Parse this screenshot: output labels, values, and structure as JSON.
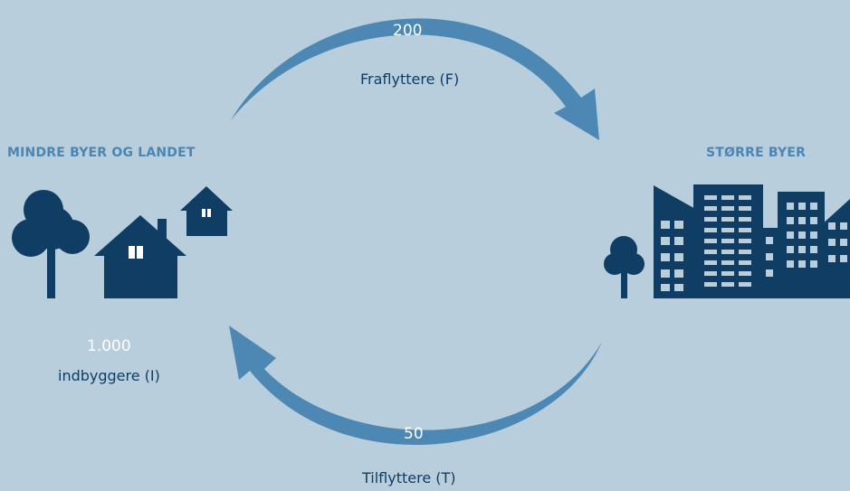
{
  "left": {
    "heading": "MINDRE BYER OG LANDET",
    "count": "1.000",
    "count_label": "indbyggere (I)"
  },
  "right": {
    "heading": "STØRRE BYER"
  },
  "top_arrow": {
    "value": "200",
    "label": "Fraflyttere (F)"
  },
  "bottom_arrow": {
    "value": "50",
    "label": "Tilflyttere (T)"
  },
  "colors": {
    "background": "#b8cedd",
    "arrow": "#4d88b4",
    "icon": "#0f3d63",
    "heading": "#4a86b4"
  }
}
